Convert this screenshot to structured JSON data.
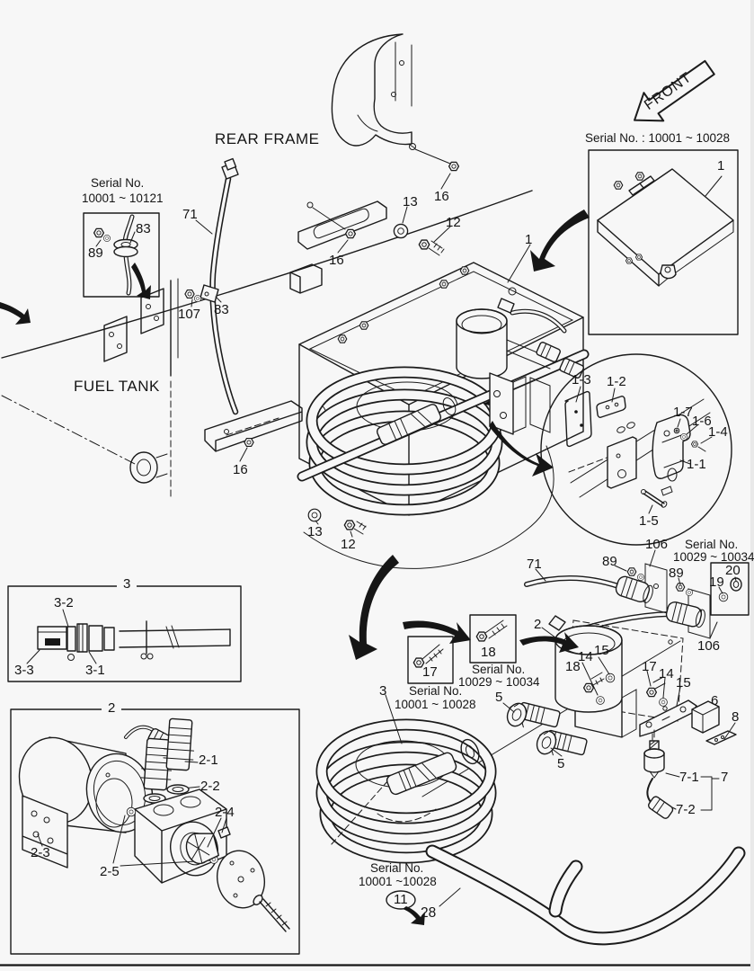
{
  "titles": {
    "rear_frame": "REAR FRAME",
    "fuel_tank": "FUEL TANK",
    "front": "FRONT"
  },
  "serial_notes": {
    "top_left": {
      "line1": "Serial No.",
      "line2": "10001 ~ 10121"
    },
    "top_right": "Serial No. : 10001 ~ 10028",
    "grommet_right": {
      "line1": "Serial No.",
      "line2": "10029 ~ 10034"
    },
    "bolt17": {
      "line1": "Serial No.",
      "line2": "10001 ~ 10028"
    },
    "bolt18": {
      "line1": "Serial No.",
      "line2": "10029 ~ 10034"
    },
    "hose_bottom": {
      "line1": "Serial No.",
      "line2": "10001 ~10028"
    }
  },
  "parts": {
    "1": "1",
    "2": "2",
    "3": "3",
    "5": "5",
    "6": "6",
    "7": "7",
    "8": "8",
    "11": "11",
    "12": "12",
    "13": "13",
    "14": "14",
    "15": "15",
    "16": "16",
    "17": "17",
    "18": "18",
    "19": "19",
    "20": "20",
    "28": "28",
    "71": "71",
    "83": "83",
    "89": "89",
    "106": "106",
    "107": "107",
    "1-1": "1-1",
    "1-2": "1-2",
    "1-3": "1-3",
    "1-4": "1-4",
    "1-5": "1-5",
    "1-6": "1-6",
    "1-7": "1-7",
    "2-1": "2-1",
    "2-2": "2-2",
    "2-3": "2-3",
    "2-4": "2-4",
    "2-5": "2-5",
    "3-1": "3-1",
    "3-2": "3-2",
    "3-3": "3-3",
    "7-1": "7-1",
    "7-2": "7-2"
  }
}
